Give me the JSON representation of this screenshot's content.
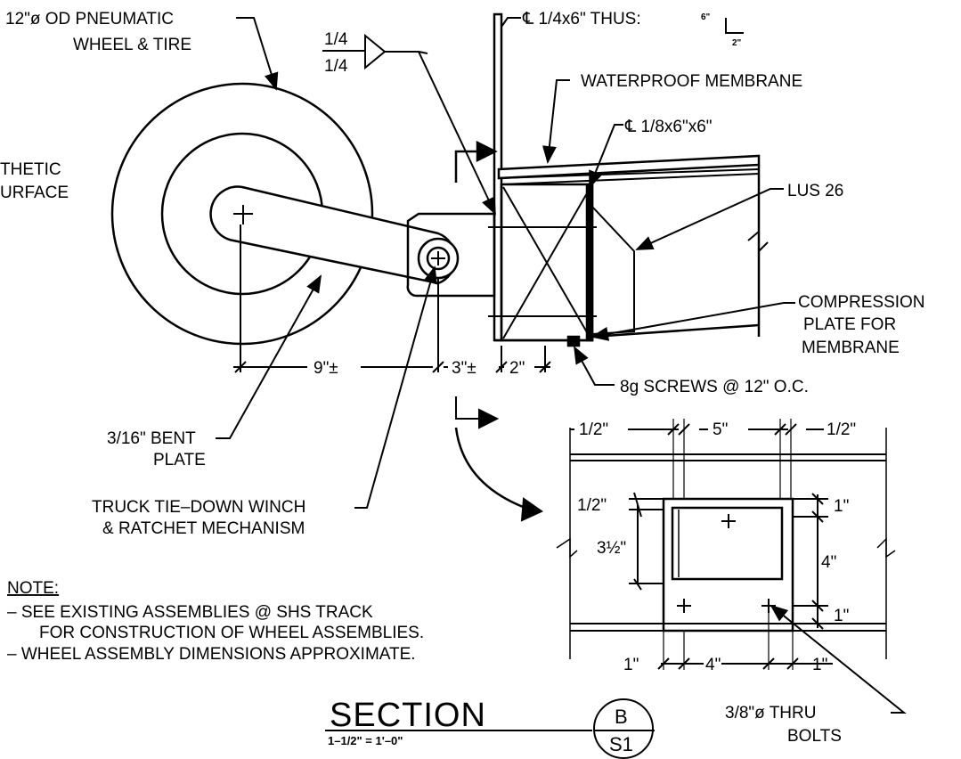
{
  "labels": {
    "wheel_line1": "12\"ø OD PNEUMATIC",
    "wheel_line2": "WHEEL & TIRE",
    "synthetic_line1": "THETIC",
    "synthetic_line2": "URFACE",
    "weld_top": "1/4",
    "weld_bottom": "1/4",
    "plate_thus": "℄ 1/4x6\" THUS: ",
    "plate_thus_a": "6\"",
    "plate_thus_b": "2\"",
    "waterproof": "WATERPROOF MEMBRANE",
    "plate_small": "℄ 1/8x6\"x6\"",
    "lus": "LUS 26",
    "compression_1": "COMPRESSION",
    "compression_2": "PLATE FOR",
    "compression_3": "MEMBRANE",
    "screws": "8g SCREWS @ 12\" O.C.",
    "bent_1": "3/16\" BENT",
    "bent_2": "PLATE",
    "winch_1": "TRUCK TIE–DOWN WINCH",
    "winch_2": "& RATCHET MECHANISM"
  },
  "dimensions": {
    "nine": "9\"±",
    "three": "3\"±",
    "two": "2\"",
    "half_left": "1/2\"",
    "five": "5\"",
    "half_right": "1/2\"",
    "half_vert": "1/2\"",
    "three_half": "3½\"",
    "one_top": "1\"",
    "four_vert": "4\"",
    "one_bottom": "1\"",
    "one_left": "1\"",
    "four_horiz": "4\"",
    "one_right": "1\""
  },
  "bolts": {
    "line1": "3/8\"ø THRU",
    "line2": "BOLTS"
  },
  "note": {
    "heading": "NOTE:",
    "line1": "–  SEE EXISTING ASSEMBLIES @ SHS TRACK",
    "line2": "FOR CONSTRUCTION OF WHEEL ASSEMBLIES.",
    "line3": "–  WHEEL ASSEMBLY DIMENSIONS APPROXIMATE."
  },
  "title": {
    "name": "SECTION",
    "scale": "1–1/2\" = 1'–0\"",
    "tag_top": "B",
    "tag_bottom": "S1"
  }
}
